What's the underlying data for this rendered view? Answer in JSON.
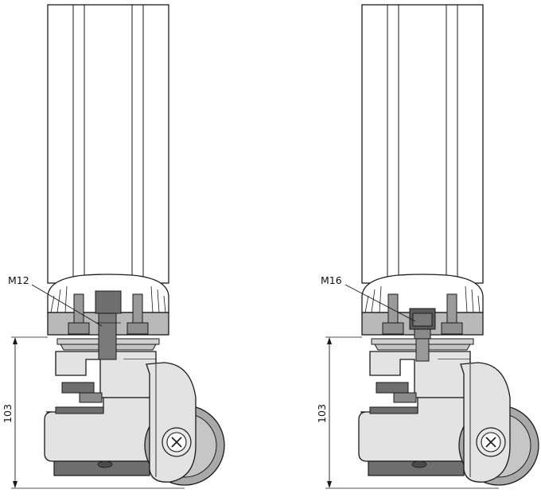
{
  "views": [
    {
      "id": "left",
      "thread_label": "M12",
      "dimension_label": "103"
    },
    {
      "id": "right",
      "thread_label": "M16",
      "dimension_label": "103"
    }
  ],
  "colors": {
    "outline": "#1a1a1a",
    "light_part": "#e3e3e3",
    "mid_part": "#b9b9b9",
    "dark_part": "#6e6e6e",
    "profile": "#ffffff"
  }
}
